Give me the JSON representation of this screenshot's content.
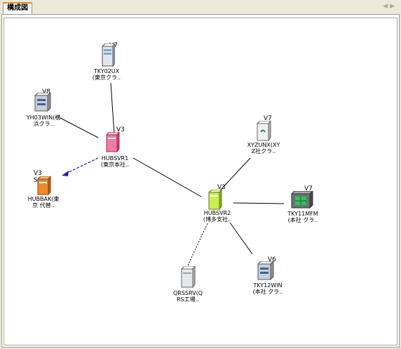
{
  "tab": {
    "label": "構成図"
  },
  "tab_nav": {
    "prev": "◀",
    "next": "▶"
  },
  "nodes": {
    "tky02ux": {
      "version": "V7",
      "name": "TKY02UX",
      "sub": "(東京クラ.."
    },
    "yh03win": {
      "version": "V8",
      "name": "YH03WIN(横",
      "sub": "浜クラ.."
    },
    "hubsvr1": {
      "version": "V3",
      "name": "HUBSVR1",
      "sub": "(東京本社.."
    },
    "hubbak": {
      "version": "V3 SUB",
      "name": "HUBBAK(東",
      "sub": "京 代替.."
    },
    "xyzunx": {
      "version": "V7",
      "name": "XYZUNX(XY",
      "sub": "Z社クラ.."
    },
    "hubsvr2": {
      "version": "V3",
      "name": "HUBSVR2",
      "sub": "(博多支社.."
    },
    "tky11mfm": {
      "version": "V7",
      "name": "TKY11MFM",
      "sub": "(本社 クラ.."
    },
    "tky12win": {
      "version": "V6",
      "name": "TKY12WIN",
      "sub": "(本社 クラ.."
    },
    "qrssrv": {
      "version": "",
      "name": "QRSSRV(Q",
      "sub": "RS工場.."
    }
  },
  "colors": {
    "tab_accent": "#e68b2c",
    "hubsvr1": "#f07aa0",
    "hubsvr2": "#c8f050",
    "hubbak": "#f08a28",
    "sub_link": "#1f1fb8"
  }
}
